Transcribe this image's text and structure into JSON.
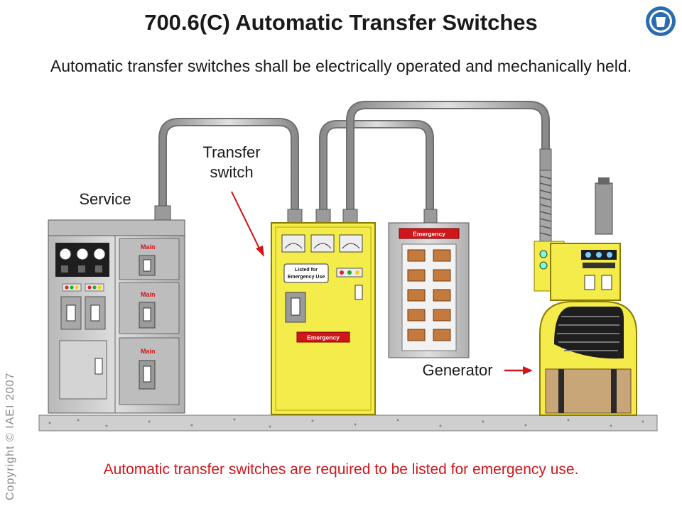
{
  "title": "700.6(C) Automatic Transfer Switches",
  "subtitle": "Automatic transfer switches shall be electrically operated and mechanically held.",
  "footer_note": "Automatic transfer switches are required to be listed for emergency use.",
  "copyright": "Copyright © IAEI 2007",
  "labels": {
    "service": "Service",
    "transfer_switch_line1": "Transfer",
    "transfer_switch_line2": "switch",
    "generator": "Generator"
  },
  "service_panel": {
    "main_labels": [
      "Main",
      "Main",
      "Main"
    ]
  },
  "transfer_switch": {
    "listed_line1": "Listed for",
    "listed_line2": "Emergency Use",
    "emergency_label": "Emergency"
  },
  "emergency_panel": {
    "label": "Emergency"
  },
  "colors": {
    "accent_red": "#d0161b",
    "equipment_yellow": "#f4ec4a",
    "cabinet_gray": "#c9c9c9"
  }
}
